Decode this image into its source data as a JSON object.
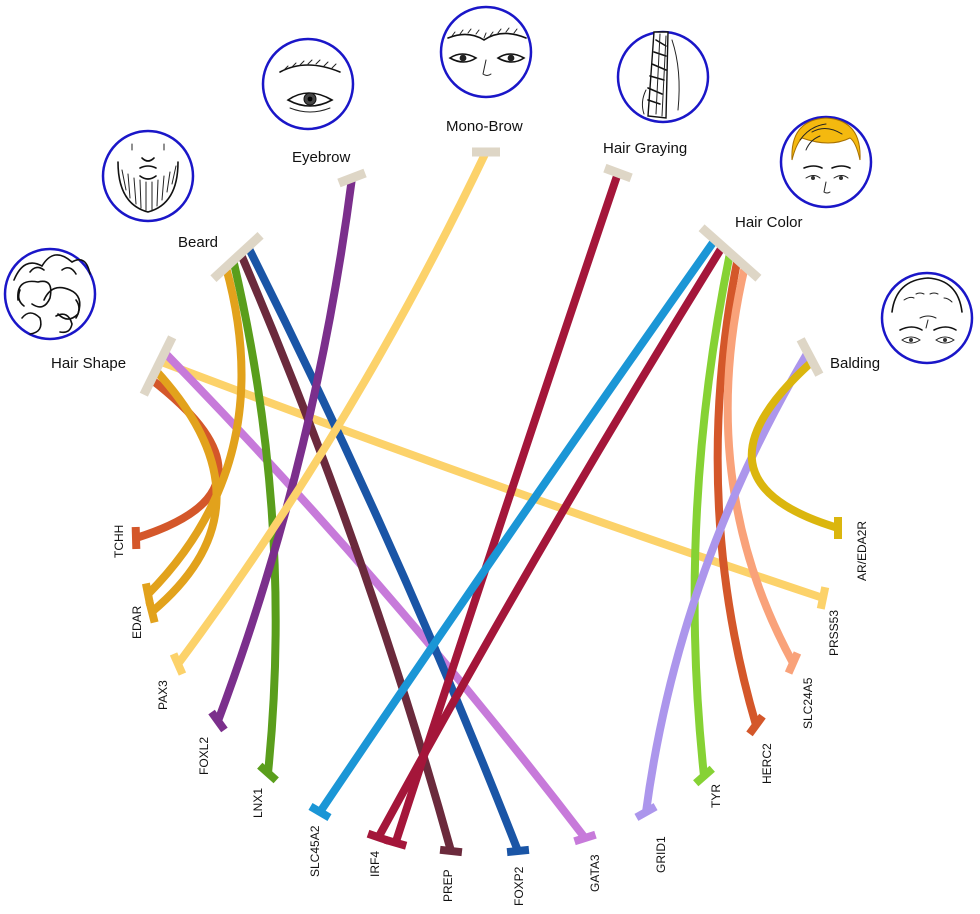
{
  "traits": [
    {
      "id": "hair-shape",
      "label": "Hair Shape",
      "icon": "curly-hair-icon"
    },
    {
      "id": "beard",
      "label": "Beard",
      "icon": "beard-icon"
    },
    {
      "id": "eyebrow",
      "label": "Eyebrow",
      "icon": "eyebrow-icon"
    },
    {
      "id": "mono-brow",
      "label": "Mono-Brow",
      "icon": "mono-brow-icon"
    },
    {
      "id": "hair-graying",
      "label": "Hair Graying",
      "icon": "graying-hair-icon"
    },
    {
      "id": "hair-color",
      "label": "Hair Color",
      "icon": "blond-hair-icon"
    },
    {
      "id": "balding",
      "label": "Balding",
      "icon": "balding-icon"
    }
  ],
  "genes": [
    {
      "id": "TCHH",
      "label": "TCHH"
    },
    {
      "id": "EDAR",
      "label": "EDAR"
    },
    {
      "id": "PAX3",
      "label": "PAX3"
    },
    {
      "id": "FOXL2",
      "label": "FOXL2"
    },
    {
      "id": "LNX1",
      "label": "LNX1"
    },
    {
      "id": "SLC45A2",
      "label": "SLC45A2"
    },
    {
      "id": "IRF4",
      "label": "IRF4"
    },
    {
      "id": "PREP",
      "label": "PREP"
    },
    {
      "id": "FOXP2",
      "label": "FOXP2"
    },
    {
      "id": "GATA3",
      "label": "GATA3"
    },
    {
      "id": "GRID1",
      "label": "GRID1"
    },
    {
      "id": "TYR",
      "label": "TYR"
    },
    {
      "id": "HERC2",
      "label": "HERC2"
    },
    {
      "id": "SLC24A5",
      "label": "SLC24A5"
    },
    {
      "id": "PRSS53",
      "label": "PRSS53"
    },
    {
      "id": "AR/EDA2R",
      "label": "AR/EDA2R"
    }
  ],
  "links": [
    {
      "trait": "hair-shape",
      "gene": "TCHH",
      "color": "#d4572a"
    },
    {
      "trait": "hair-shape",
      "gene": "EDAR",
      "color": "#e2a21c"
    },
    {
      "trait": "hair-shape",
      "gene": "PRSS53",
      "color": "#fcd26a"
    },
    {
      "trait": "hair-shape",
      "gene": "GATA3",
      "color": "#c77ada"
    },
    {
      "trait": "beard",
      "gene": "EDAR",
      "color": "#e2a21c"
    },
    {
      "trait": "beard",
      "gene": "LNX1",
      "color": "#5a9e1c"
    },
    {
      "trait": "beard",
      "gene": "PREP",
      "color": "#6b2a3c"
    },
    {
      "trait": "beard",
      "gene": "FOXP2",
      "color": "#1a55a6"
    },
    {
      "trait": "eyebrow",
      "gene": "FOXL2",
      "color": "#7b2f8c"
    },
    {
      "trait": "mono-brow",
      "gene": "PAX3",
      "color": "#fcd26a"
    },
    {
      "trait": "hair-graying",
      "gene": "IRF4",
      "color": "#a4163a"
    },
    {
      "trait": "hair-color",
      "gene": "SLC45A2",
      "color": "#1b96d6"
    },
    {
      "trait": "hair-color",
      "gene": "IRF4",
      "color": "#a4163a"
    },
    {
      "trait": "hair-color",
      "gene": "TYR",
      "color": "#86d234"
    },
    {
      "trait": "hair-color",
      "gene": "HERC2",
      "color": "#d4572a"
    },
    {
      "trait": "hair-color",
      "gene": "SLC24A5",
      "color": "#f9a27a"
    },
    {
      "trait": "balding",
      "gene": "GRID1",
      "color": "#ac96ec"
    },
    {
      "trait": "balding",
      "gene": "AR/EDA2R",
      "color": "#dbb60e"
    }
  ]
}
